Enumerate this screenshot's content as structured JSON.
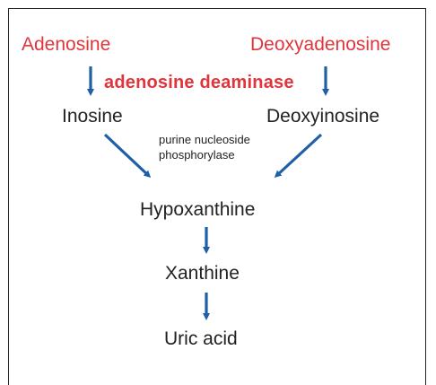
{
  "pathway": {
    "adenosine": "Adenosine",
    "deoxyadenosine": "Deoxyadenosine",
    "enzyme_deaminase": "adenosine deaminase",
    "inosine": "Inosine",
    "deoxyinosine": "Deoxyinosine",
    "enzyme_pnp_line1": "purine nucleoside",
    "enzyme_pnp_line2": "phosphorylase",
    "hypoxanthine": "Hypoxanthine",
    "xanthine": "Xanthine",
    "uric_acid": "Uric acid"
  },
  "colors": {
    "enzyme_red": "#e2353b",
    "arrow_blue": "#1f5fa8",
    "text": "#222222"
  }
}
